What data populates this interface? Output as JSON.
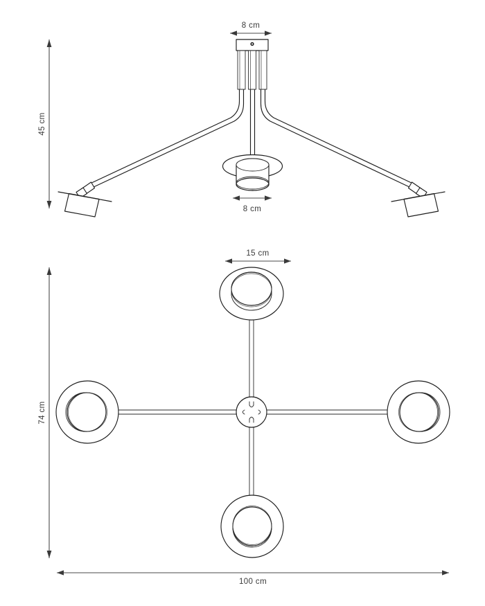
{
  "drawing": {
    "title": "Ceiling lamp technical dimension drawing",
    "units": "cm",
    "line_color": "#1d1d1d",
    "text_color": "#3a3a3a",
    "background": "#ffffff",
    "views": [
      {
        "name": "side-elevation",
        "label": ""
      },
      {
        "name": "bottom-plan",
        "label": ""
      }
    ]
  },
  "dimensions": {
    "canopy_width": "8 cm",
    "overall_height": "45 cm",
    "center_shade_diameter": "8 cm",
    "head_diameter": "15 cm",
    "plan_height": "74 cm",
    "plan_width": "100 cm"
  },
  "side_view": {
    "canopy_dim_label": "8 cm",
    "height_dim_label": "45 cm",
    "shade_dim_label": "8 cm",
    "arm_count": 3,
    "head_count": 2,
    "central_downlight": true
  },
  "plan_view": {
    "head_dim_label": "15 cm",
    "vertical_dim_label": "74 cm",
    "horizontal_dim_label": "100 cm",
    "head_count": 4,
    "hub": true
  }
}
